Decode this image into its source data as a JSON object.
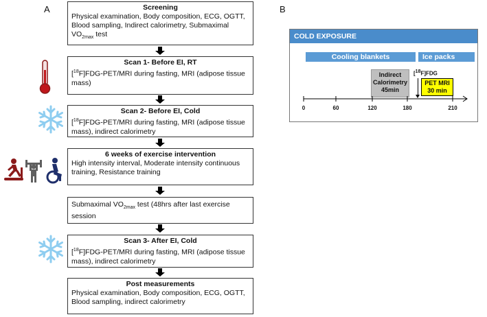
{
  "panel_a": {
    "letter": "A",
    "boxes": [
      {
        "title": "Screening",
        "body": "Physical examination, Body composition, ECG, OGTT, Blood sampling, Indirect calorimetry, Submaximal VO2max test"
      },
      {
        "title": "Scan 1- Before EI, RT",
        "body": "[18F]FDG-PET/MRI during fasting, MRI (adipose tissue mass)"
      },
      {
        "title": "Scan 2- Before EI, Cold",
        "body": "[18F]FDG-PET/MRI during fasting, MRI (adipose tissue mass), indirect calorimetry"
      },
      {
        "title": "6 weeks of exercise intervention",
        "body": "High intensity interval, Moderate intensity continuous training, Resistance training"
      },
      {
        "title": "",
        "body": "Submaximal VO2max test (48hrs after last exercise session"
      },
      {
        "title": "Scan 3- After EI, Cold",
        "body": "[18F]FDG-PET/MRI during fasting, MRI (adipose tissue mass), indirect calorimetry"
      },
      {
        "title": "Post measurements",
        "body": "Physical examination, Body composition, ECG, OGTT, Blood sampling, indirect calorimetry"
      }
    ],
    "icons": [
      "thermometer-icon",
      "snowflake-icon",
      "exercise-icon",
      "snowflake-icon"
    ]
  },
  "panel_b": {
    "letter": "B",
    "header": "COLD EXPOSURE",
    "cooling_label": "Cooling blankets",
    "ice_label": "Ice packs",
    "indirect_label_1": "Indirect",
    "indirect_label_2": "Calorimetry",
    "indirect_label_3": "45min",
    "fdg_label": "[18F]FDG",
    "pet_label_1": "PET MRI",
    "pet_label_2": "30 min",
    "ticks": [
      "0",
      "60",
      "120",
      "180",
      "210"
    ],
    "colors": {
      "header": "#4a8ccb",
      "bar": "#5b9bd5",
      "indirect": "#bfbfbf",
      "pet": "#ffff00"
    }
  }
}
